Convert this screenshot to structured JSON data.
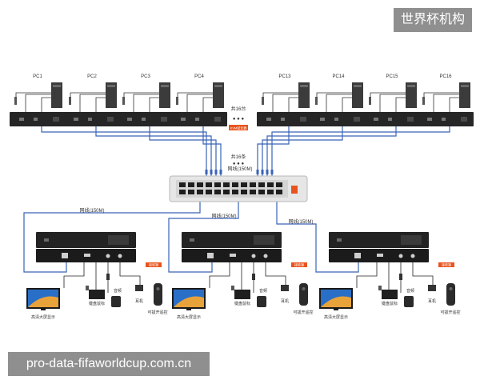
{
  "watermark_top": "世界杯机构",
  "watermark_bottom": "pro-data-fifaworldcup.com.cn",
  "pcs": [
    "PC1",
    "PC2",
    "PC3",
    "PC4",
    "PC13",
    "PC14",
    "PC15",
    "PC16"
  ],
  "total_pcs_label": "共16台",
  "total_cables_label": "共16条",
  "cable_label": "网线(150M)",
  "orange_tag": "KVM延长器",
  "receivers": [
    {
      "cable": "网线(150M)",
      "tag": "接收端",
      "screen": "高清大屏显示",
      "peripherals": [
        "键盘鼠标",
        "音频",
        "耳机",
        "可拔开遥控"
      ]
    },
    {
      "cable": "网线(150M)",
      "tag": "接收端",
      "screen": "高清大屏显示",
      "peripherals": [
        "键盘鼠标",
        "音频",
        "耳机",
        "可拔开遥控"
      ]
    },
    {
      "cable": "网线(150M)",
      "tag": "接收端",
      "screen": "高清大屏显示",
      "peripherals": [
        "键盘鼠标",
        "音频",
        "耳机",
        "可拔开遥控"
      ]
    }
  ],
  "colors": {
    "cable": "#3a63b8",
    "device": "#2b2b2b",
    "switch": "#e6e6e6",
    "accent": "#e8541e"
  }
}
